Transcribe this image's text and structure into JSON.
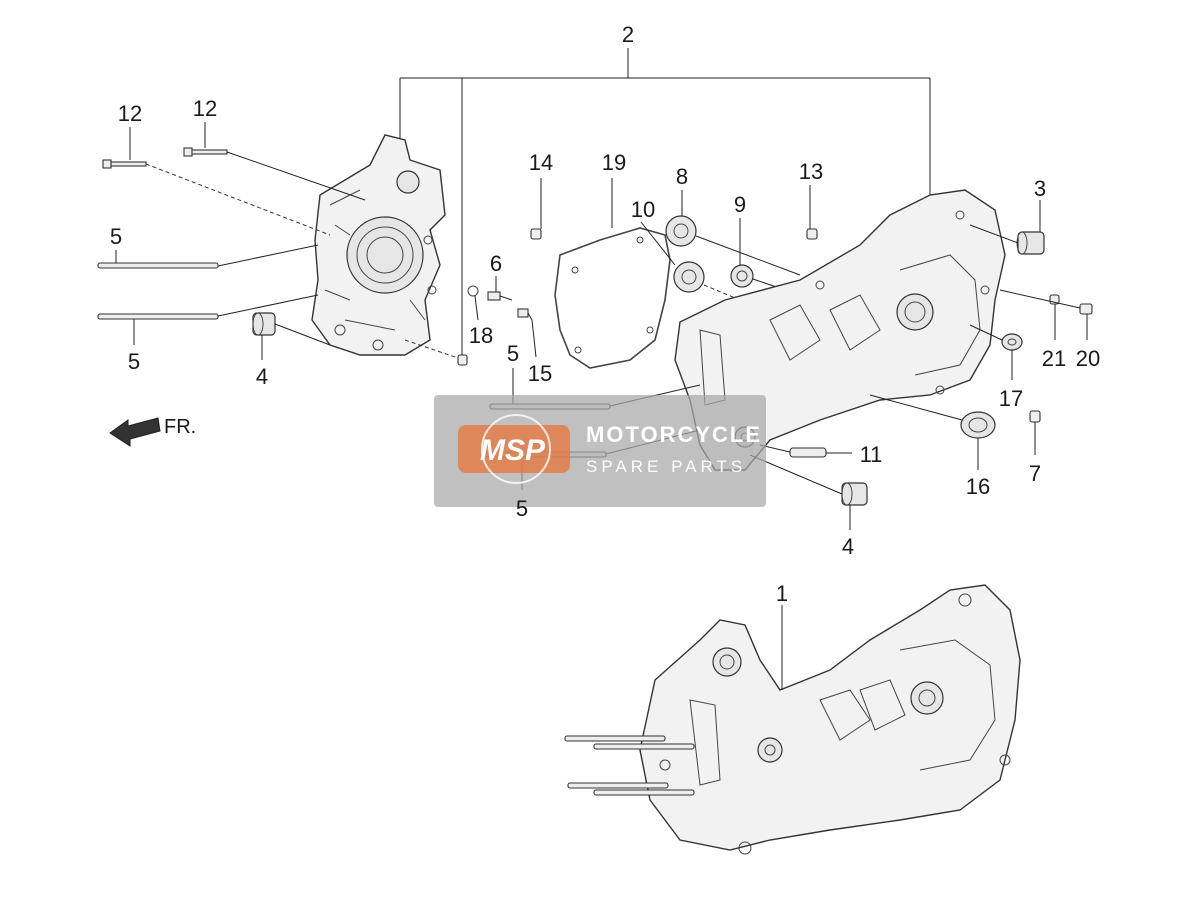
{
  "callouts": {
    "c1": "1",
    "c2": "2",
    "c3": "3",
    "c4a": "4",
    "c4b": "4",
    "c5a": "5",
    "c5b": "5",
    "c5c": "5",
    "c5d": "5",
    "c6": "6",
    "c7": "7",
    "c8": "8",
    "c9": "9",
    "c10": "10",
    "c11": "11",
    "c12a": "12",
    "c12b": "12",
    "c13": "13",
    "c14": "14",
    "c15": "15",
    "c16": "16",
    "c17": "17",
    "c18": "18",
    "c19": "19",
    "c20": "20",
    "c21": "21"
  },
  "direction": {
    "label": "FR."
  },
  "watermark": {
    "logo": "MSP",
    "line1": "MOTORCYCLE",
    "line2": "SPARE PARTS"
  },
  "colors": {
    "watermark_accent": "#e8743a",
    "line": "#333333",
    "background": "#ffffff"
  }
}
